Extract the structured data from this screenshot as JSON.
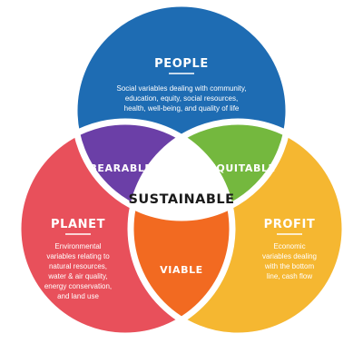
{
  "center": {
    "label": "SUSTAINABLE"
  },
  "circles": {
    "people": {
      "title": "PEOPLE",
      "lines": [
        "Social variables dealing with community,",
        "education, equity, social resources,",
        "health, well-being, and quality of life"
      ],
      "color": "#1E6CB3"
    },
    "planet": {
      "title": "PLANET",
      "lines": [
        "Environmental",
        "variables relating to",
        "natural resources,",
        "water & air quality,",
        "energy conservation,",
        "and land use"
      ],
      "color": "#E8505B"
    },
    "profit": {
      "title": "PROFIT",
      "lines": [
        "Economic",
        "variables dealing",
        "with the bottom",
        "line, cash flow"
      ],
      "color": "#F5B731"
    }
  },
  "overlaps": {
    "bearable": {
      "label": "BEARABLE",
      "color": "#6B3FA7"
    },
    "equitable": {
      "label": "EQUITABLE",
      "color": "#74B83E"
    },
    "viable": {
      "label": "VIABLE",
      "color": "#F26A21"
    }
  },
  "gap_color": "#FFFFFF"
}
